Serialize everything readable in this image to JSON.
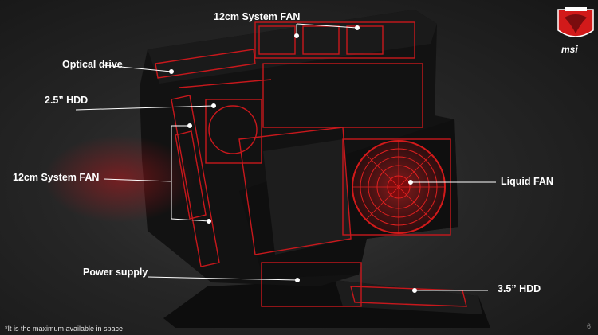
{
  "labels": {
    "fan_top": "12cm System FAN",
    "optical": "Optical drive",
    "hdd25": "2.5” HDD",
    "fan_side": "12cm System FAN",
    "liquid": "Liquid FAN",
    "psu": "Power supply",
    "hdd35": "3.5” HDD"
  },
  "footnote": "*It is the maximum available in space",
  "page_number": "6",
  "brand": {
    "name": "msi",
    "accent": "#d21a1a"
  },
  "colors": {
    "outline": "#c8181c",
    "callout": "#ffffff",
    "case": "#141414"
  }
}
